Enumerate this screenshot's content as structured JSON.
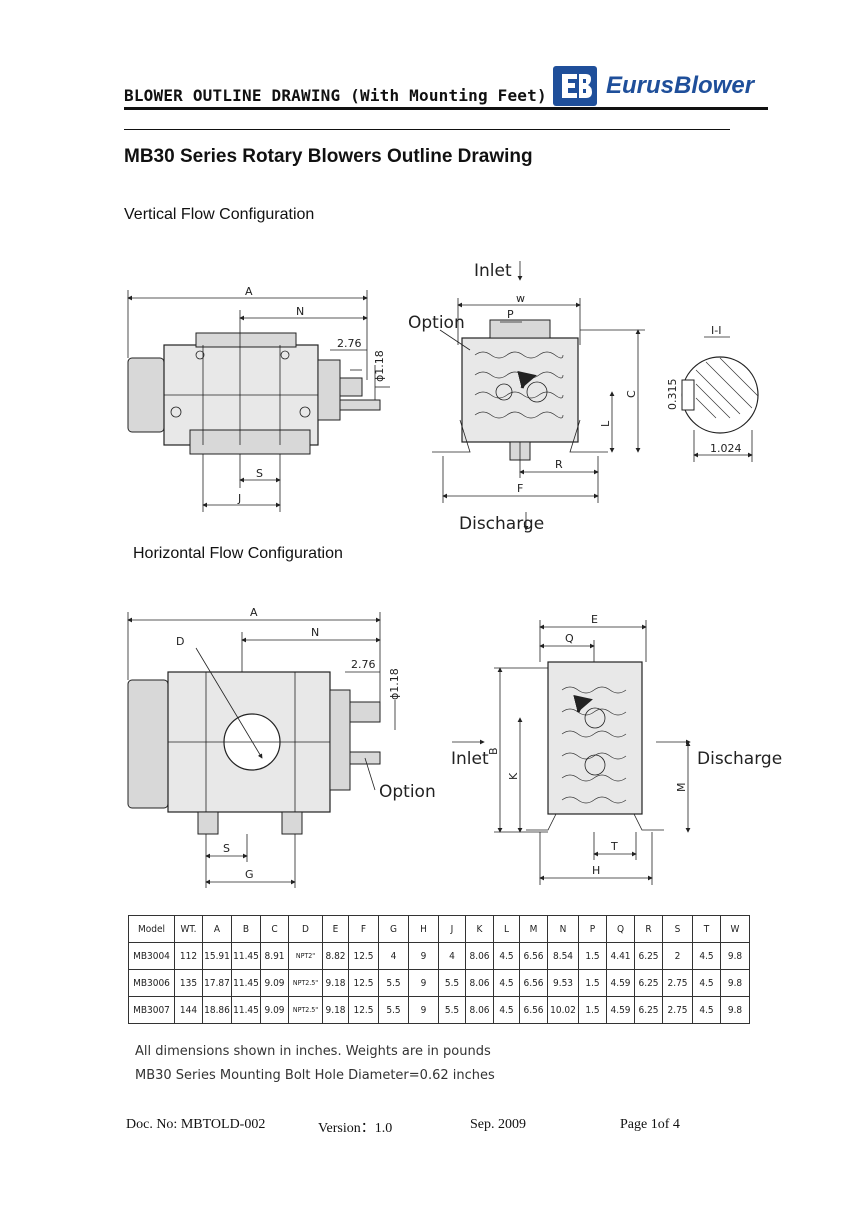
{
  "header": {
    "title": "BLOWER OUTLINE DRAWING (With Mounting Feet)",
    "logo_text": "EurusBlower",
    "logo_mark": "EB"
  },
  "main_title": "MB30 Series Rotary Blowers Outline Drawing",
  "section_vertical": "Vertical Flow Configuration",
  "section_horizontal": "Horizontal Flow Configuration",
  "drawing_labels": {
    "inlet_top": "Inlet",
    "discharge_bottom": "Discharge",
    "option_v": "Option",
    "option_h": "Option",
    "inlet_left": "Inlet",
    "discharge_right": "Discharge",
    "section_ii": "I-I",
    "dim_276_v": "2.76",
    "dim_118_v": "ϕ1.18",
    "dim_276_h": "2.76",
    "dim_118_h": "ϕ1.18",
    "dim_0315": "0.315",
    "dim_1024": "1.024",
    "letters": {
      "A": "A",
      "N": "N",
      "S": "S",
      "J": "J",
      "W": "w",
      "P": "P",
      "C": "C",
      "L": "L",
      "R": "R",
      "F": "F",
      "D": "D",
      "G": "G",
      "E": "E",
      "Q": "Q",
      "B": "B",
      "K": "K",
      "M": "M",
      "T": "T",
      "H": "H",
      "I": "I"
    }
  },
  "table": {
    "headers": [
      "Model",
      "WT.",
      "A",
      "B",
      "C",
      "D",
      "E",
      "F",
      "G",
      "H",
      "J",
      "K",
      "L",
      "M",
      "N",
      "P",
      "Q",
      "R",
      "S",
      "T",
      "W"
    ],
    "rows": [
      [
        "MB3004",
        "112",
        "15.91",
        "11.45",
        "8.91",
        "NPT2\"",
        "8.82",
        "12.5",
        "4",
        "9",
        "4",
        "8.06",
        "4.5",
        "6.56",
        "8.54",
        "1.5",
        "4.41",
        "6.25",
        "2",
        "4.5",
        "9.8"
      ],
      [
        "MB3006",
        "135",
        "17.87",
        "11.45",
        "9.09",
        "NPT2.5\"",
        "9.18",
        "12.5",
        "5.5",
        "9",
        "5.5",
        "8.06",
        "4.5",
        "6.56",
        "9.53",
        "1.5",
        "4.59",
        "6.25",
        "2.75",
        "4.5",
        "9.8"
      ],
      [
        "MB3007",
        "144",
        "18.86",
        "11.45",
        "9.09",
        "NPT2.5\"",
        "9.18",
        "12.5",
        "5.5",
        "9",
        "5.5",
        "8.06",
        "4.5",
        "6.56",
        "10.02",
        "1.5",
        "4.59",
        "6.25",
        "2.75",
        "4.5",
        "9.8"
      ]
    ]
  },
  "notes": [
    "All dimensions shown in inches.  Weights are in pounds",
    "MB30 Series Mounting Bolt Hole Diameter=0.62 inches"
  ],
  "footer": {
    "doc_no": "Doc. No:   MBTOLD-002",
    "version": "Version：1.0",
    "date": "Sep.    2009",
    "page": "Page 1of 4"
  },
  "colors": {
    "brand": "#1f4f9a"
  }
}
